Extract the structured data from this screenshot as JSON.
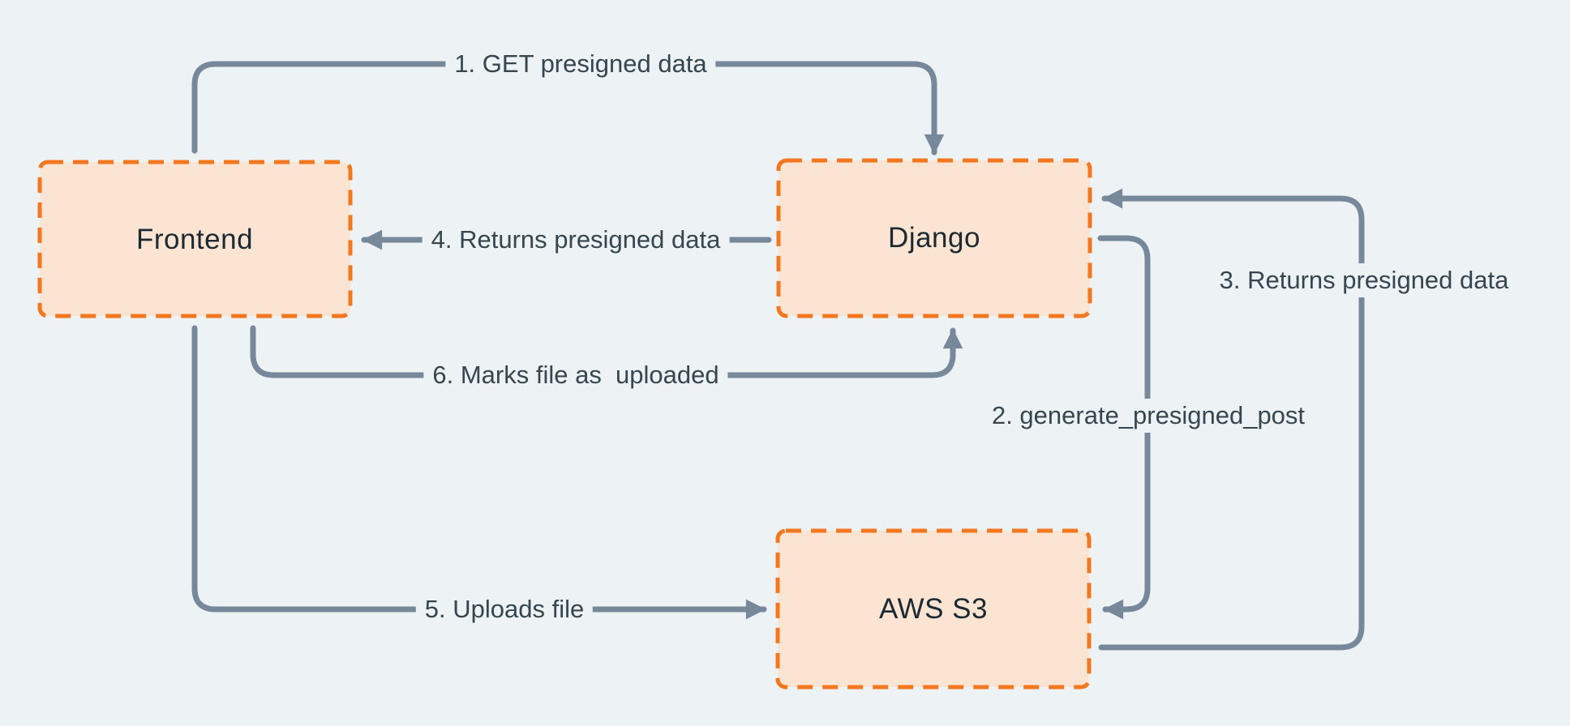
{
  "diagram": {
    "type": "flow-diagram",
    "nodes": [
      {
        "id": "frontend",
        "label": "Frontend"
      },
      {
        "id": "django",
        "label": "Django"
      },
      {
        "id": "aws-s3",
        "label": "AWS S3"
      }
    ],
    "edges": [
      {
        "step": "1",
        "label": "1. GET presigned data",
        "from": "Frontend",
        "to": "Django"
      },
      {
        "step": "2",
        "label": "2. generate_presigned_post",
        "from": "Django",
        "to": "AWS S3"
      },
      {
        "step": "3",
        "label": "3. Returns presigned data",
        "from": "AWS S3",
        "to": "Django"
      },
      {
        "step": "4",
        "label": "4. Returns presigned data",
        "from": "Django",
        "to": "Frontend"
      },
      {
        "step": "5",
        "label": "5. Uploads file",
        "from": "Frontend",
        "to": "AWS S3"
      },
      {
        "step": "6",
        "label": "6. Marks file as  uploaded",
        "from": "Frontend",
        "to": "Django"
      }
    ],
    "colors": {
      "background": "#edf2f5",
      "node_fill": "#fce4d3",
      "node_border": "#f3771f",
      "arrow": "#76889a",
      "edge_label_text": "#36464f",
      "node_label_text": "#1b2933"
    }
  }
}
